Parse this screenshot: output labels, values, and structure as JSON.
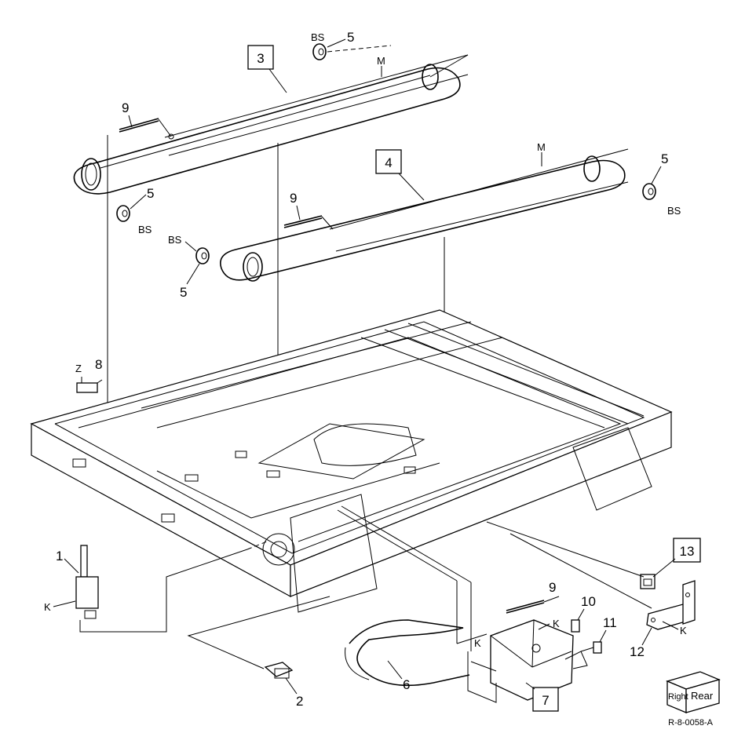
{
  "labels": {
    "p1": "1",
    "p2": "2",
    "p3": "3",
    "p4": "4",
    "p5": "5",
    "p6": "6",
    "p7": "7",
    "p8": "8",
    "p9": "9",
    "p10": "10",
    "p11": "11",
    "p12": "12",
    "p13": "13",
    "bs": "BS",
    "m": "M",
    "k": "K",
    "z": "Z"
  },
  "orientation": {
    "right": "Right",
    "rear": "Rear"
  },
  "figure_id": "R-8-0058-A"
}
